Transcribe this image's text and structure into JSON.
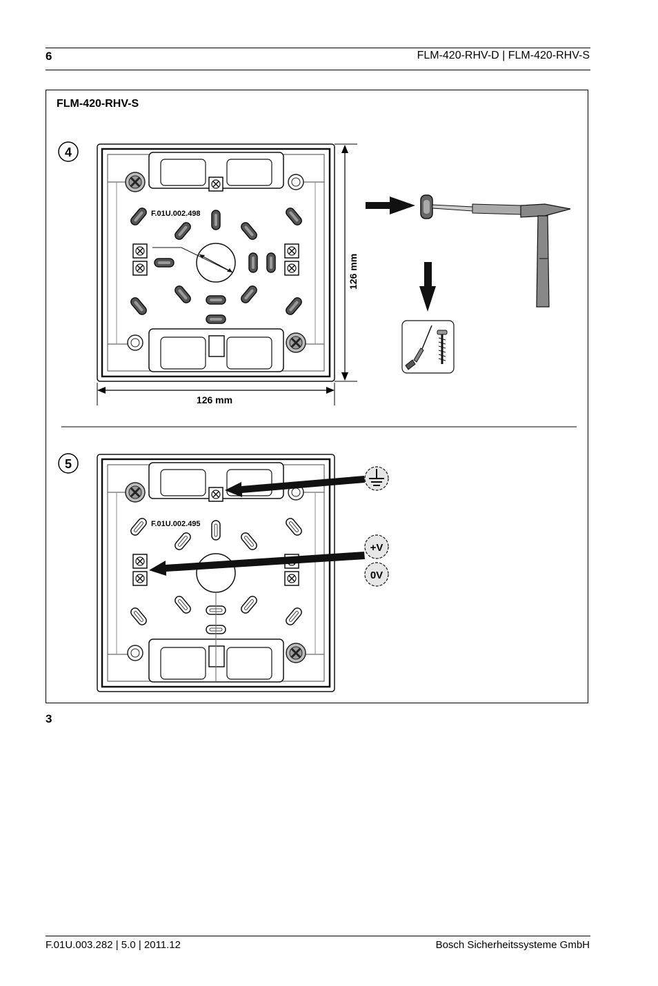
{
  "header": {
    "page_number": "6",
    "doc_title": "FLM-420-RHV-D | FLM-420-RHV-S"
  },
  "figure": {
    "title": "FLM-420-RHV-S",
    "step_4": "4",
    "step_5": "5",
    "part_code_top": "F.01U.002.498",
    "part_code_bottom": "F.01U.002.495",
    "width_label": "126 mm",
    "height_label": "126 mm",
    "label_positive": "+V",
    "label_zero": "0V",
    "figure_number": "3"
  },
  "footer": {
    "doc_ref": "F.01U.003.282 | 5.0 | 2011.12",
    "company": "Bosch Sicherheitssysteme GmbH"
  }
}
